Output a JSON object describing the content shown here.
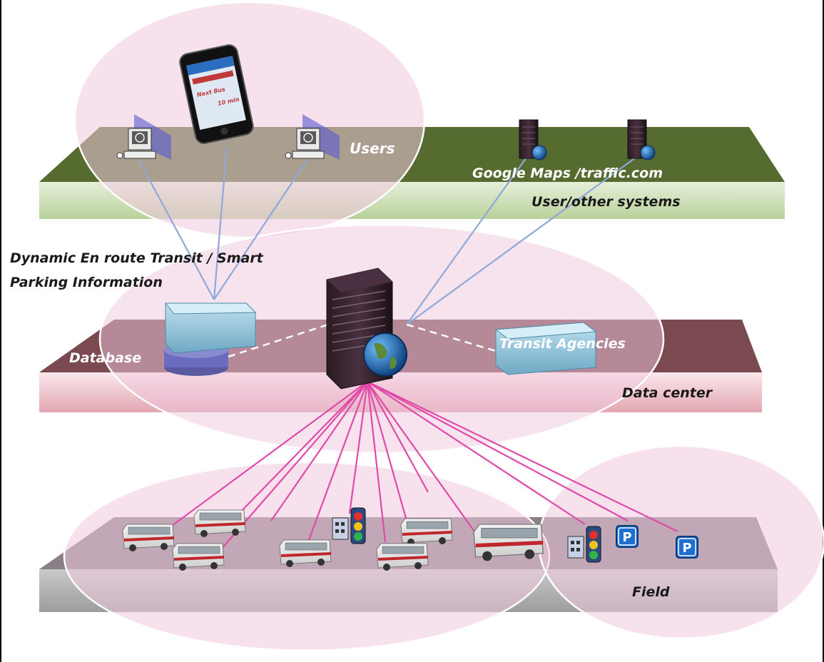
{
  "labels": {
    "users": "Users",
    "google": "Google Maps /traffic.com",
    "user_systems": "User/other systems",
    "dynamic_line1": "Dynamic En route Transit / Smart",
    "dynamic_line2": "Parking Information",
    "database": "Database",
    "transit_agencies": "Transit Agencies",
    "data_center": "Data center",
    "field": "Field"
  },
  "icons": {
    "parking_glyph": "P",
    "phone_text_1": "Next Bus",
    "phone_text_2": "10 min"
  },
  "colors": {
    "users_layer_top": "#556b2f",
    "users_layer_front": "#c8dbb0",
    "data_layer_top": "#7a4a50",
    "data_layer_front": "#f0c6cf",
    "field_layer_top": "#8a7f86",
    "field_layer_front": "#b7b7b7",
    "bubble_fill": "#f0c8de",
    "link_blue": "#8fa8d8",
    "link_pink": "#e04aa8",
    "bus_stripe": "#c0272d",
    "parking_blue": "#1f6fd0"
  }
}
